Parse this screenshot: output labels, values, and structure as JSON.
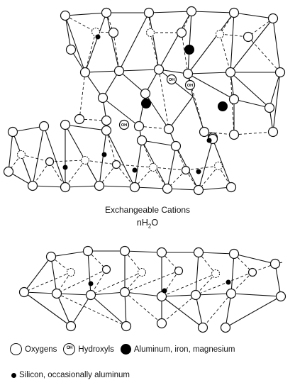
{
  "captions": {
    "line1": "Exchangeable Cations",
    "line2_main": "nH",
    "line2_sub": "2",
    "line2_end": "O"
  },
  "atom_label": "OH",
  "legend": {
    "oxygens": "Oxygens",
    "hydroxyls_symbol": "OH",
    "hydroxyls": "Hydroxyls",
    "octahedral": "Aluminum, iron, magnesium",
    "tetrahedral": "Silicon, occasionally aluminum"
  },
  "colors": {
    "ink": "#111111",
    "paper": "#ffffff"
  }
}
